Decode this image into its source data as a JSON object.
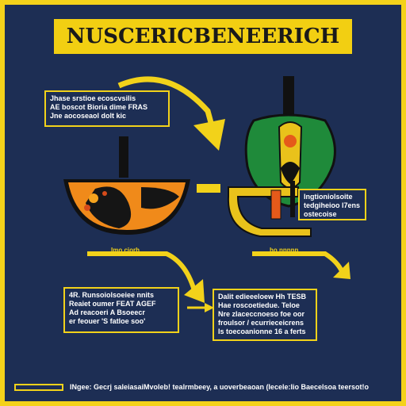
{
  "title": "NUSCERICBENEERICH",
  "notes": {
    "top_left": [
      "Jhase srstioe ecoscvsilis",
      "AE boscot Bioria dime FRAS",
      "Jne aocoseaol dolt kic"
    ],
    "mid_right": [
      "Ingtioniolsoite",
      "tedgiheioo l7ens",
      "ostecoise"
    ],
    "bottom_left": [
      "4R. Runsoiolsoeiee nnits",
      "Reaiet oumer FEAT AGEF",
      "Ad reacoeri A Bsoeecr",
      "er feouer 'S fatloe soo'"
    ],
    "bottom_center": [
      "Dalit  edieeeloew Hh TESB",
      "Hae  roscoetiedue. Teloe",
      "Nre zlaceccnoeso foe oor",
      "froulsor / ecurrieceicrens",
      "Is toecoanionne 16 a ferts"
    ]
  },
  "tags": {
    "left": "Imo ciorh",
    "right": "ho  nnnnn"
  },
  "footer": "INgee: Gecrj saleiasaiMvoleb! tealrmbeey, a  uoverbeaoan (Iecele:Iio Baecelsoa teersot!o",
  "colors": {
    "background": "#1d2e54",
    "accent": "#f2d21a",
    "orange": "#f08a1a",
    "green": "#1f8a3a"
  },
  "icons": [
    "flow-arrow-icon",
    "orange-bowl-icon",
    "green-flask-icon",
    "yellow-clamp-icon"
  ]
}
